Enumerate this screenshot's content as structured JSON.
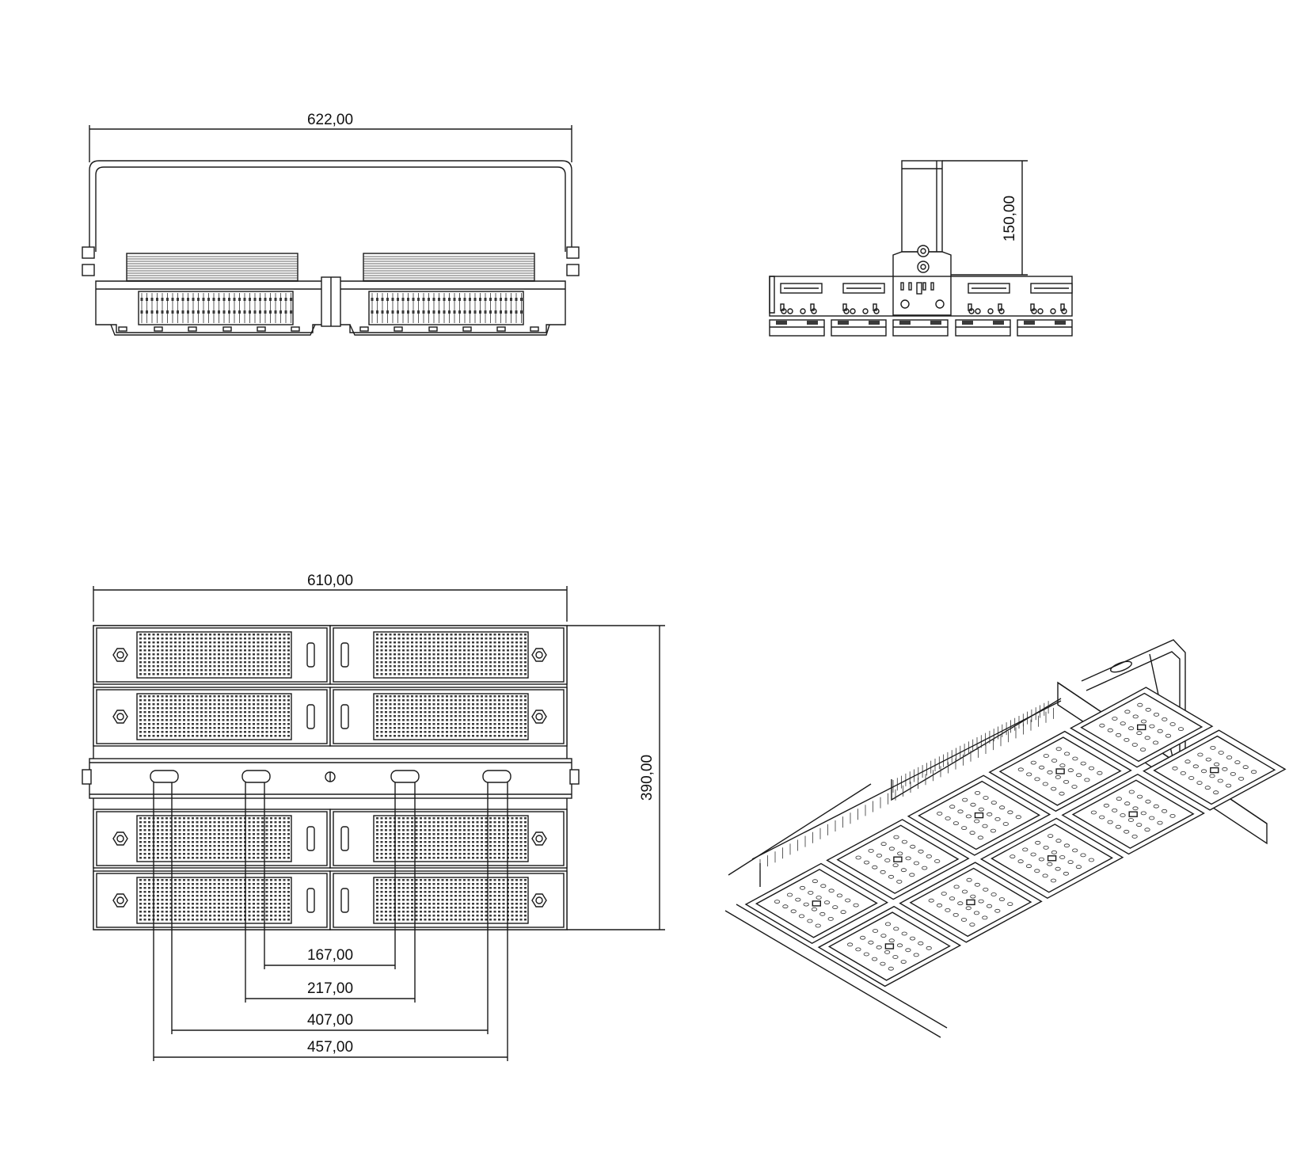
{
  "front_view": {
    "width_label": "622,00"
  },
  "side_view": {
    "height_label": "150,00"
  },
  "top_view": {
    "width_label": "610,00",
    "height_label": "390,00",
    "hole_spacings": [
      "167,00",
      "217,00",
      "407,00",
      "457,00"
    ]
  },
  "iso_view": {
    "modules": 10
  }
}
